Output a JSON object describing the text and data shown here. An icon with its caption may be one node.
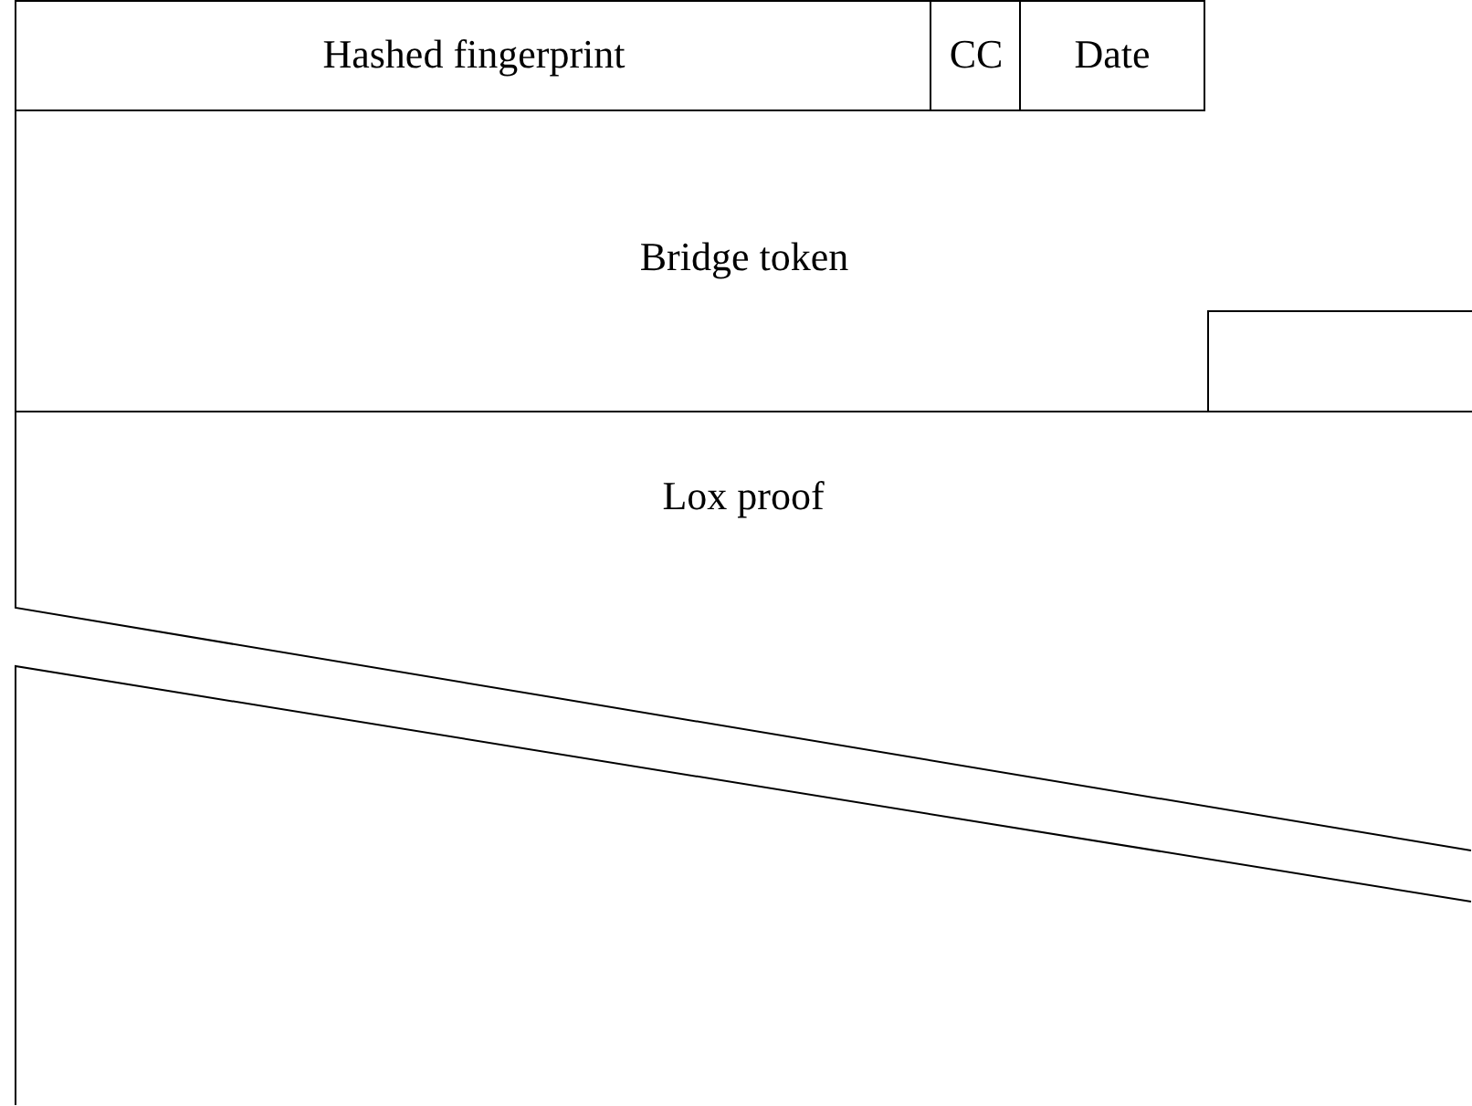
{
  "diagram": {
    "nodes": [
      {
        "text": [
          "Hashed fingerprint"
        ]
      },
      {
        "text": [
          "CC"
        ]
      },
      {
        "text": [
          "Date"
        ]
      },
      {
        "text": [
          "Bridge token"
        ]
      },
      {
        "text": [],
        "shape": "box",
        "in": 3
      },
      {
        "text": [
          "Lox proof"
        ]
      },
      {
        "text": [],
        "shape": "box"
      }
    ]
  }
}
